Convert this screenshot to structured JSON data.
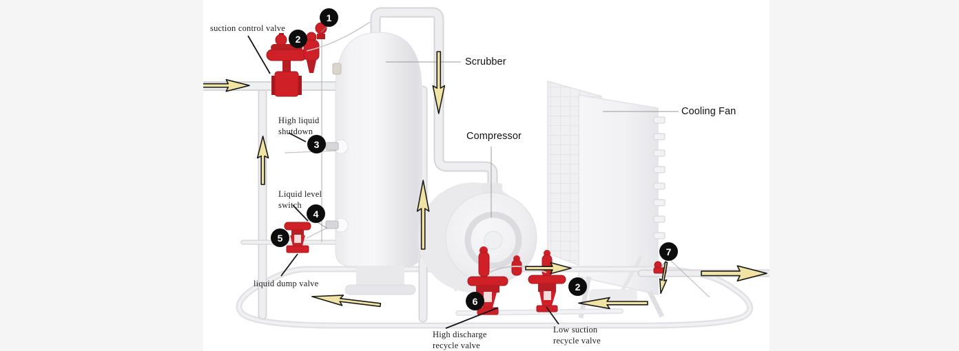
{
  "colors": {
    "margin_bg": "#f5f5f6",
    "canvas_bg": "#ffffff",
    "valve_red": "#cf2027",
    "valve_red_dark": "#a8181f",
    "arrow_fill": "#f0e3a4",
    "arrow_stroke": "#1a1a1a",
    "badge_bg": "#0d0d0d",
    "badge_text": "#ffffff",
    "pipe_gray": "#ececef",
    "leader_gray": "#9a9a9a"
  },
  "equipment_labels": {
    "scrubber": "Scrubber",
    "compressor": "Compressor",
    "cooling_fan": "Cooling Fan"
  },
  "annotations": {
    "suction_control_valve": "suction control valve",
    "high_liquid_shutdown": "High liquid shutdown",
    "liquid_level_switch": "Liquid level switch",
    "liquid_dump_valve": "liquid dump valve",
    "high_discharge_recycle_valve": "High discharge recycle valve",
    "low_suction_recycle_valve": "Low suction recycle valve"
  },
  "badges": [
    {
      "number": "1"
    },
    {
      "number": "2"
    },
    {
      "number": "3"
    },
    {
      "number": "4"
    },
    {
      "number": "5"
    },
    {
      "number": "6"
    },
    {
      "number": "2"
    },
    {
      "number": "7"
    }
  ],
  "flow_arrows": [
    {
      "name": "inlet-flow-arrow",
      "direction": "right"
    },
    {
      "name": "left-riser-flow-arrow",
      "direction": "up"
    },
    {
      "name": "scrubber-outlet-flow-arrow",
      "direction": "down"
    },
    {
      "name": "compressor-suction-flow-arrow",
      "direction": "up"
    },
    {
      "name": "discharge-flow-arrow",
      "direction": "right"
    },
    {
      "name": "recycle-flow-arrow",
      "direction": "left"
    },
    {
      "name": "drain-flow-arrow",
      "direction": "left"
    },
    {
      "name": "fan-drop-flow-arrow",
      "direction": "down"
    },
    {
      "name": "outlet-flow-arrow",
      "direction": "right"
    }
  ]
}
